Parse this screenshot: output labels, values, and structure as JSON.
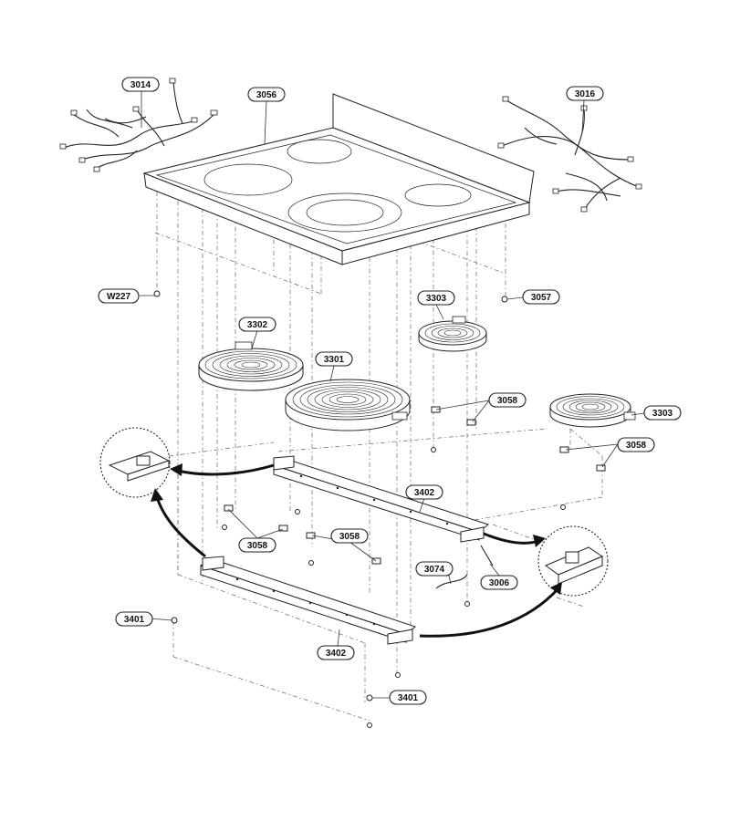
{
  "callouts": [
    {
      "id": "c3014",
      "text": "3014"
    },
    {
      "id": "c3056",
      "text": "3056"
    },
    {
      "id": "c3016",
      "text": "3016"
    },
    {
      "id": "cW227",
      "text": "W227"
    },
    {
      "id": "c3057",
      "text": "3057"
    },
    {
      "id": "c3303a",
      "text": "3303"
    },
    {
      "id": "c3302",
      "text": "3302"
    },
    {
      "id": "c3301",
      "text": "3301"
    },
    {
      "id": "c3058a",
      "text": "3058"
    },
    {
      "id": "c3303b",
      "text": "3303"
    },
    {
      "id": "c3058b",
      "text": "3058"
    },
    {
      "id": "c3402a",
      "text": "3402"
    },
    {
      "id": "c3058c",
      "text": "3058"
    },
    {
      "id": "c3058d",
      "text": "3058"
    },
    {
      "id": "c3074",
      "text": "3074"
    },
    {
      "id": "c3006",
      "text": "3006"
    },
    {
      "id": "c3401a",
      "text": "3401"
    },
    {
      "id": "c3402b",
      "text": "3402"
    },
    {
      "id": "c3401b",
      "text": "3401"
    }
  ]
}
